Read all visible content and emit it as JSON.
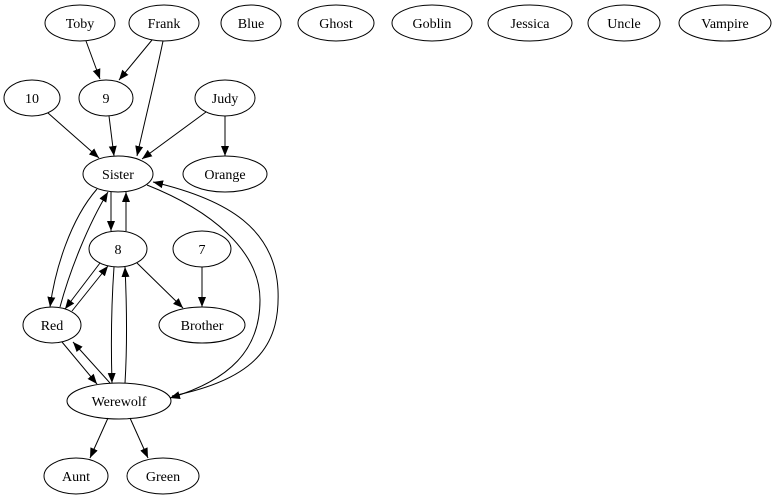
{
  "nodes": {
    "toby": "Toby",
    "frank": "Frank",
    "blue": "Blue",
    "ghost": "Ghost",
    "goblin": "Goblin",
    "jessica": "Jessica",
    "uncle": "Uncle",
    "vampire": "Vampire",
    "n10": "10",
    "n9": "9",
    "judy": "Judy",
    "sister": "Sister",
    "orange": "Orange",
    "n8": "8",
    "n7": "7",
    "red": "Red",
    "brother": "Brother",
    "werewolf": "Werewolf",
    "aunt": "Aunt",
    "green": "Green"
  },
  "edges": [
    [
      "Toby",
      "9"
    ],
    [
      "Frank",
      "9"
    ],
    [
      "Frank",
      "Sister"
    ],
    [
      "10",
      "Sister"
    ],
    [
      "9",
      "Sister"
    ],
    [
      "Judy",
      "Sister"
    ],
    [
      "Judy",
      "Orange"
    ],
    [
      "Sister",
      "Red"
    ],
    [
      "Red",
      "Sister"
    ],
    [
      "Sister",
      "8"
    ],
    [
      "8",
      "Sister"
    ],
    [
      "8",
      "Red"
    ],
    [
      "Red",
      "8"
    ],
    [
      "8",
      "Brother"
    ],
    [
      "7",
      "Brother"
    ],
    [
      "8",
      "Werewolf"
    ],
    [
      "Werewolf",
      "8"
    ],
    [
      "Red",
      "Werewolf"
    ],
    [
      "Werewolf",
      "Red"
    ],
    [
      "Sister",
      "Werewolf"
    ],
    [
      "Werewolf",
      "Sister"
    ],
    [
      "Werewolf",
      "Aunt"
    ],
    [
      "Werewolf",
      "Green"
    ]
  ]
}
